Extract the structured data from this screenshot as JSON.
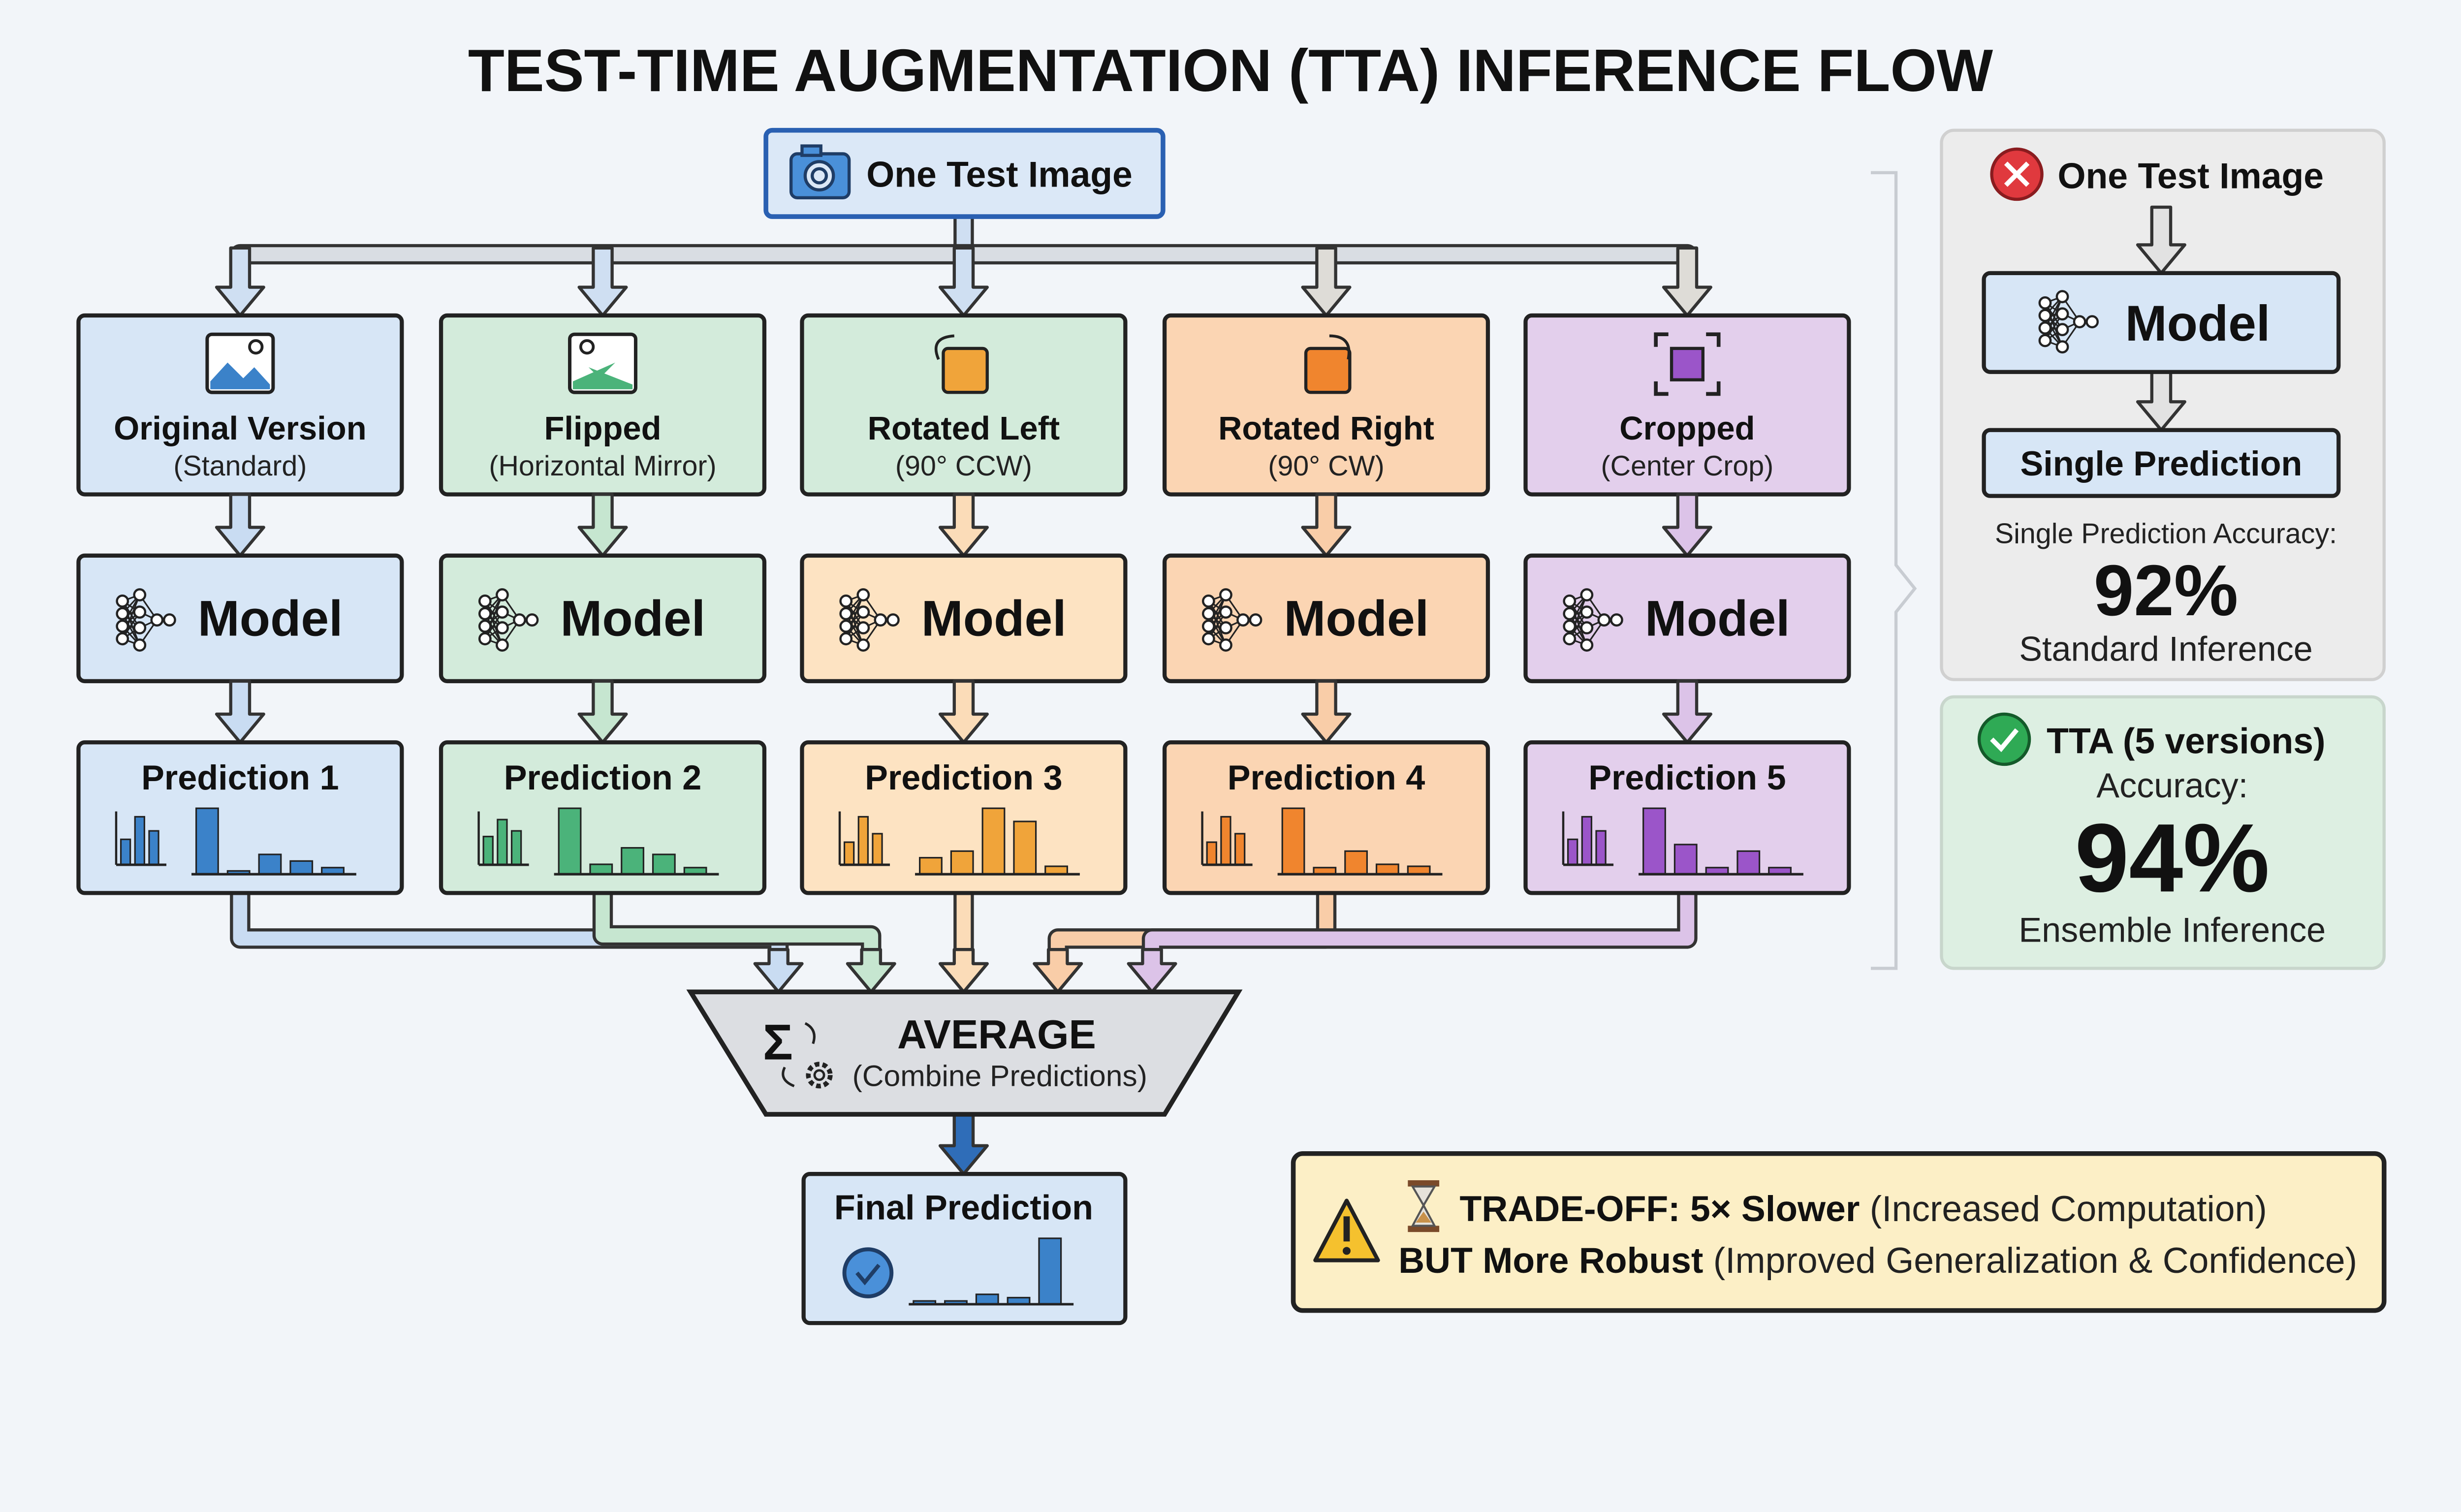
{
  "title": "TEST-TIME AUGMENTATION (TTA) INFERENCE FLOW",
  "input": {
    "label": "One Test Image",
    "icon": "camera-icon"
  },
  "branches": [
    {
      "title": "Original Version",
      "subtitle": "(Standard)",
      "model_label": "Model",
      "prediction_label": "Prediction 1",
      "icon": "image-icon",
      "accent": "#3b82c9",
      "fill": "#d7e6f6",
      "model_fill": "#d7e6f6",
      "arrow": "#c9dcf2",
      "bars_small": [
        0.45,
        0.85,
        0.6
      ],
      "bars_large": [
        1.0,
        0.05,
        0.3,
        0.2,
        0.1
      ]
    },
    {
      "title": "Flipped",
      "subtitle": "(Horizontal Mirror)",
      "model_label": "Model",
      "prediction_label": "Prediction 2",
      "icon": "flipped-image-icon",
      "accent": "#4bb37a",
      "fill": "#d3ebdb",
      "model_fill": "#d3ebdb",
      "arrow": "#c6e6d0",
      "bars_small": [
        0.5,
        0.8,
        0.6
      ],
      "bars_large": [
        1.0,
        0.15,
        0.4,
        0.3,
        0.1
      ]
    },
    {
      "title": "Rotated Left",
      "subtitle": "(90° CCW)",
      "model_label": "Model",
      "prediction_label": "Prediction 3",
      "icon": "rotate-left-icon",
      "accent": "#f0a43a",
      "fill": "#d3ebdb",
      "model_fill": "#fde3c2",
      "arrow": "#fbdcb8",
      "bars_small": [
        0.4,
        0.85,
        0.55
      ],
      "bars_large": [
        0.25,
        0.35,
        1.0,
        0.8,
        0.12
      ]
    },
    {
      "title": "Rotated Right",
      "subtitle": "(90° CW)",
      "model_label": "Model",
      "prediction_label": "Prediction 4",
      "icon": "rotate-right-icon",
      "accent": "#f0852e",
      "fill": "#fbd5b3",
      "model_fill": "#fbd5b3",
      "arrow": "#f9cda8",
      "bars_small": [
        0.4,
        0.85,
        0.55
      ],
      "bars_large": [
        1.0,
        0.1,
        0.35,
        0.15,
        0.12
      ]
    },
    {
      "title": "Cropped",
      "subtitle": "(Center Crop)",
      "model_label": "Model",
      "prediction_label": "Prediction 5",
      "icon": "crop-icon",
      "accent": "#9b55c9",
      "fill": "#e3cfec",
      "model_fill": "#e3cfec",
      "arrow": "#dcc3e8",
      "bars_small": [
        0.45,
        0.85,
        0.6
      ],
      "bars_large": [
        1.0,
        0.45,
        0.1,
        0.35,
        0.1
      ]
    }
  ],
  "average": {
    "title": "AVERAGE",
    "subtitle": "(Combine Predictions)",
    "icon": "sigma-gear-icon"
  },
  "final": {
    "label": "Final Prediction",
    "icon": "check-circle-icon",
    "bars": [
      0.05,
      0.05,
      0.15,
      0.1,
      1.0
    ],
    "accent": "#3b82c9"
  },
  "comparison": {
    "single": {
      "input_label": "One Test Image",
      "status_icon": "x-circle-icon",
      "model_label": "Model",
      "prediction_label": "Single Prediction",
      "accuracy_label": "Single Prediction Accuracy:",
      "accuracy": "92%",
      "note": "Standard Inference"
    },
    "tta": {
      "label": "TTA (5 versions)",
      "status_icon": "check-circle-icon",
      "accuracy_label": "Accuracy:",
      "accuracy": "94%",
      "note": "Ensemble Inference"
    }
  },
  "tradeoff": {
    "line1_bold": "TRADE-OFF: 5× Slower",
    "line1_rest": " (Increased Computation)",
    "line2_bold": "BUT More Robust",
    "line2_rest": " (Improved Generalization & Confidence)",
    "icons": [
      "warning-icon",
      "hourglass-icon"
    ]
  }
}
